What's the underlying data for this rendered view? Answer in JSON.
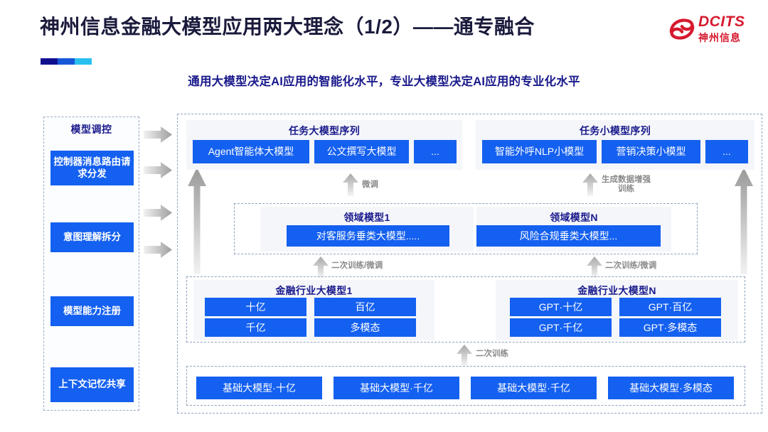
{
  "header": {
    "title": "神州信息金融大模型应用两大理念（1/2）——通专融合",
    "subtitle": "通用大模型决定AI应用的智能化水平，专业大模型决定AI应用的专业化水平",
    "accent_colors": [
      "#10108f",
      "#1657d8",
      "#29c0ef"
    ]
  },
  "logo": {
    "en": "DCITS",
    "cn": "神州信息",
    "color": "#d6192e"
  },
  "sidebar": {
    "title": "模型调控",
    "items": [
      {
        "label": "控制器消息路由请求分发"
      },
      {
        "label": "意图理解拆分"
      },
      {
        "label": "模型能力注册"
      },
      {
        "label": "上下文记忆共享"
      }
    ]
  },
  "connectors": {
    "right_arrows_count": 4,
    "labels": {
      "fine_tune": "微调",
      "data_augmentation": "生成数据增强\n训练",
      "data_augmentation_l1": "生成数据增强",
      "data_augmentation_l2": "训练",
      "retrain_finetune_left": "二次训练/微调",
      "retrain_finetune_right": "二次训练/微调",
      "retrain": "二次训练"
    }
  },
  "diagram": {
    "task_layer": [
      {
        "title": "任务大模型序列",
        "boxes": [
          "Agent智能体大模型",
          "公文撰写大模型",
          "..."
        ]
      },
      {
        "title": "任务小模型序列",
        "boxes": [
          "智能外呼NLP小模型",
          "营销决策小模型",
          "..."
        ]
      }
    ],
    "domain_layer": [
      {
        "title": "领域模型1",
        "boxes": [
          "对客服务垂类大模型....."
        ]
      },
      {
        "title": "领域模型N",
        "boxes": [
          "风险合规垂类大模型..."
        ]
      }
    ],
    "industry_layer": [
      {
        "title": "金融行业大模型1",
        "boxes": [
          "十亿",
          "百亿",
          "千亿",
          "多模态"
        ]
      },
      {
        "title": "金融行业大模型N",
        "boxes": [
          "GPT·十亿",
          "GPT·百亿",
          "GPT·千亿",
          "GPT·多模态"
        ]
      }
    ],
    "base_layer": {
      "boxes": [
        "基础大模型·十亿",
        "基础大模型·千亿",
        "基础大模型·千亿",
        "基础大模型·多模态"
      ]
    }
  },
  "colors": {
    "box_blue": "#1460f0",
    "title_navy": "#1a1a8c",
    "arrow_gray": "#b4b4b4"
  }
}
